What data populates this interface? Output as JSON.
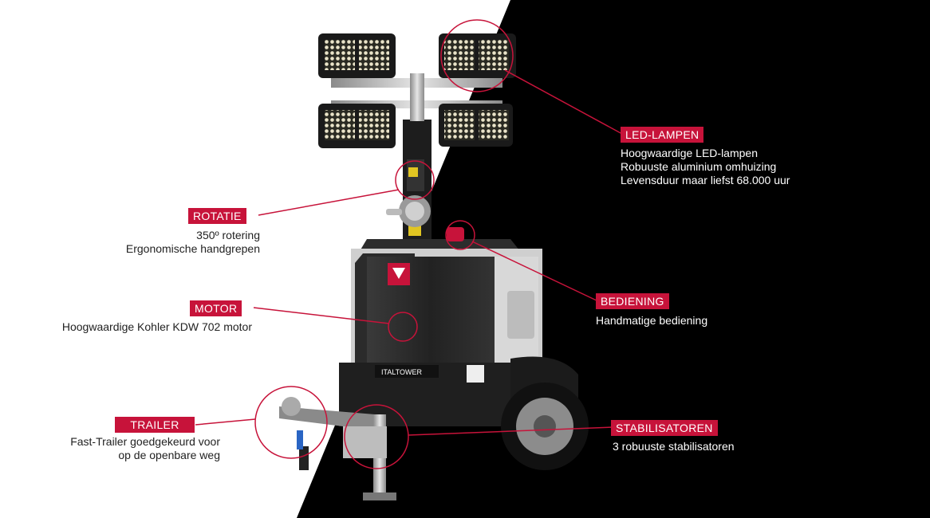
{
  "colors": {
    "accent": "#c7133a",
    "background_left": "#ffffff",
    "background_right": "#000000",
    "text_dark": "#222222",
    "text_light": "#ffffff"
  },
  "machine": {
    "brand_label": "ITALTOWER"
  },
  "callouts": {
    "led": {
      "title": "LED-LAMPEN",
      "lines": [
        "Hoogwaardige LED-lampen",
        "Robuuste aluminium omhuizing",
        "Levensduur maar liefst 68.000 uur"
      ]
    },
    "rotation": {
      "title": "ROTATIE",
      "lines": [
        "350º rotering",
        "Ergonomische handgrepen"
      ]
    },
    "controls": {
      "title": "BEDIENING",
      "lines": [
        "Handmatige bediening"
      ]
    },
    "motor": {
      "title": "MOTOR",
      "lines": [
        "Hoogwaardige Kohler KDW 702 motor"
      ]
    },
    "trailer": {
      "title": "TRAILER",
      "lines": [
        "Fast-Trailer goedgekeurd voor",
        "op de openbare weg"
      ]
    },
    "stabilizers": {
      "title": "STABILISATOREN",
      "lines": [
        "3 robuuste stabilisatoren"
      ]
    }
  }
}
